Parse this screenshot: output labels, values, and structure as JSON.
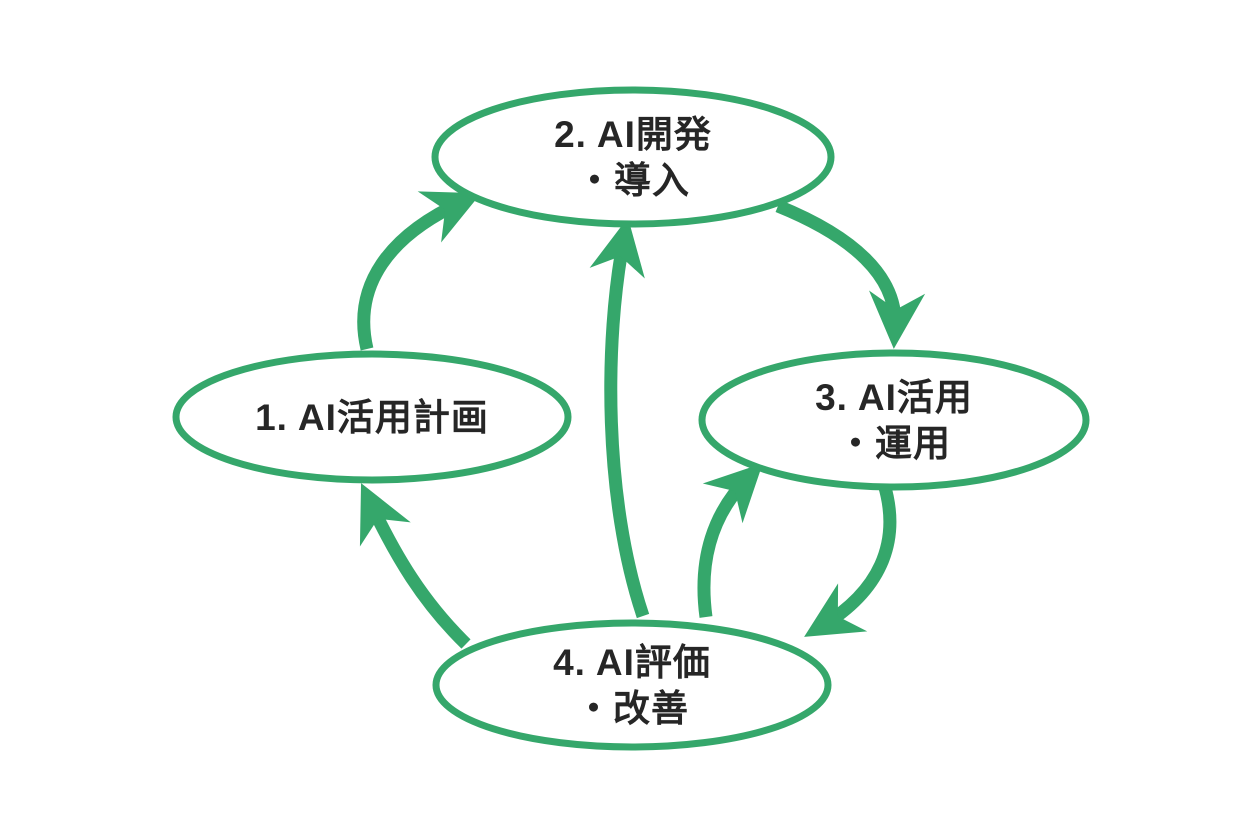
{
  "diagram": {
    "type": "cycle-flow",
    "colors": {
      "green": "#35a76b",
      "background": "#ffffff",
      "text": "#262626"
    },
    "nodes": [
      {
        "id": "plan",
        "lines": [
          "1. AI活用計画"
        ]
      },
      {
        "id": "develop",
        "lines": [
          "2. AI開発",
          "・導入"
        ]
      },
      {
        "id": "utilize",
        "lines": [
          "3. AI活用",
          "・運用"
        ]
      },
      {
        "id": "evaluate",
        "lines": [
          "4. AI評価",
          "・改善"
        ]
      }
    ],
    "arrows": [
      {
        "from": "1. AI活用計画",
        "to": "2. AI開発・導入"
      },
      {
        "from": "2. AI開発・導入",
        "to": "3. AI活用・運用"
      },
      {
        "from": "3. AI活用・運用",
        "to": "4. AI評価・改善"
      },
      {
        "from": "4. AI評価・改善",
        "to": "3. AI活用・運用"
      },
      {
        "from": "4. AI評価・改善",
        "to": "2. AI開発・導入"
      },
      {
        "from": "4. AI評価・改善",
        "to": "1. AI活用計画"
      }
    ]
  }
}
